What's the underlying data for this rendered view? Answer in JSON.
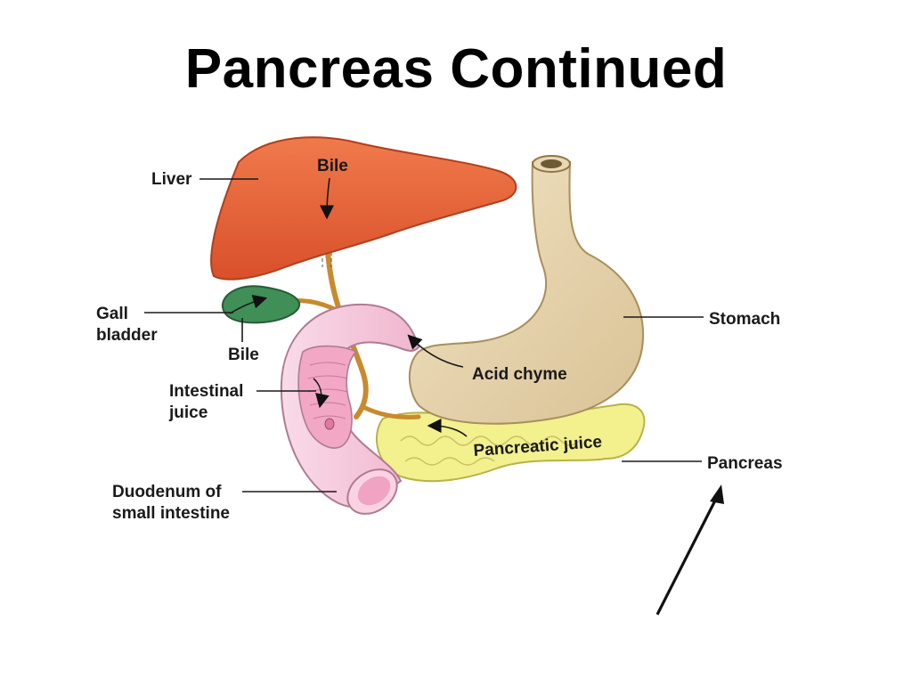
{
  "slide": {
    "title": "Pancreas Continued"
  },
  "labels": {
    "liver": "Liver",
    "bile_top": "Bile",
    "gall_bladder_line1": "Gall",
    "gall_bladder_line2": "bladder",
    "bile_bottom": "Bile",
    "intestinal_juice_line1": "Intestinal",
    "intestinal_juice_line2": "juice",
    "duodenum_line1": "Duodenum of",
    "duodenum_line2": "small intestine",
    "stomach": "Stomach",
    "acid_chyme": "Acid chyme",
    "pancreatic_juice": "Pancreatic juice",
    "pancreas": "Pancreas"
  },
  "colors": {
    "liver": "#e8623a",
    "gall_bladder": "#3f8f57",
    "duct": "#c98a2e",
    "duodenum": "#f6c9de",
    "stomach": "#e8d7b4",
    "pancreas": "#f2f08c"
  }
}
